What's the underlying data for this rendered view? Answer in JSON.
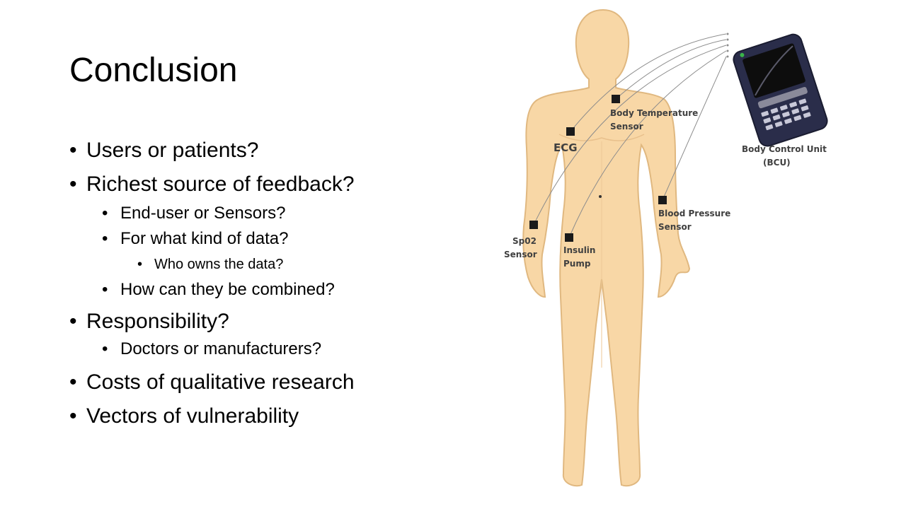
{
  "slide": {
    "title": "Conclusion",
    "bullets": [
      {
        "level": 1,
        "text": "Users or patients?"
      },
      {
        "level": 1,
        "text": "Richest source of feedback?"
      },
      {
        "level": 2,
        "text": "End-user or Sensors?"
      },
      {
        "level": 2,
        "text": "For what kind of data?"
      },
      {
        "level": 3,
        "text": "Who owns the data?"
      },
      {
        "level": 2,
        "text": "How can they be combined?"
      },
      {
        "level": 1,
        "text": "Responsibility?"
      },
      {
        "level": 2,
        "text": "Doctors or manufacturers?"
      },
      {
        "level": 1,
        "text": "Costs of qualitative research"
      },
      {
        "level": 1,
        "text": "Vectors of vulnerability"
      }
    ]
  },
  "figure": {
    "labels": {
      "ecg": "ECG",
      "body_temp_1": "Body Temperature",
      "body_temp_2": "Sensor",
      "bcu_1": "Body Control Unit",
      "bcu_2": "(BCU)",
      "bp_1": "Blood Pressure",
      "bp_2": "Sensor",
      "spo2_1": "Sp02",
      "spo2_2": "Sensor",
      "insulin_1": "Insulin",
      "insulin_2": "Pump"
    },
    "colors": {
      "skin": "#f8d7a6",
      "skin_outline": "#e0b880",
      "sensor": "#1a1a1a",
      "device": "#2a2d4a"
    }
  }
}
